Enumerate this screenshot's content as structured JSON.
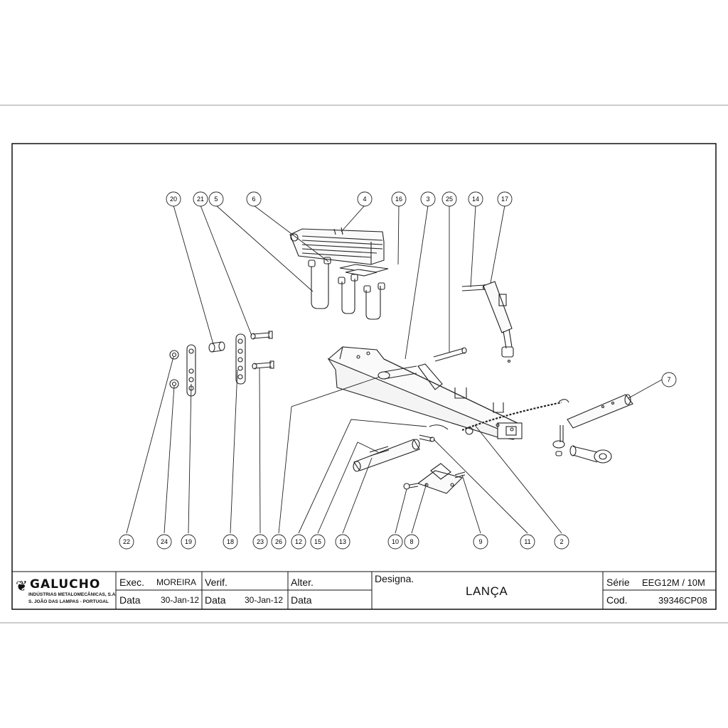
{
  "drawing": {
    "balloons": [
      "20",
      "21",
      "5",
      "6",
      "4",
      "16",
      "3",
      "25",
      "14",
      "17",
      "7",
      "22",
      "24",
      "19",
      "18",
      "23",
      "26",
      "12",
      "15",
      "13",
      "10",
      "8",
      "9",
      "11",
      "2"
    ]
  },
  "title_block": {
    "company": "GALUCHO",
    "company_line1": "INDÚSTRIAS METALOMECÂNICAS, S.A.",
    "company_line2": "S. JOÃO DAS LAMPAS - PORTUGAL",
    "exec_label": "Exec.",
    "exec_value": "MOREIRA",
    "verif_label": "Verif.",
    "verif_value": "",
    "alter_label": "Alter.",
    "data_label_1": "Data",
    "data_value_1": "30-Jan-12",
    "data_label_2": "Data",
    "data_value_2": "30-Jan-12",
    "data_label_3": "Data",
    "designa_label": "Designa.",
    "designation": "LANÇA",
    "serie_label": "Série",
    "serie_value": "EEG12M / 10M",
    "cod_label": "Cod.",
    "cod_value": "39346CP08"
  }
}
